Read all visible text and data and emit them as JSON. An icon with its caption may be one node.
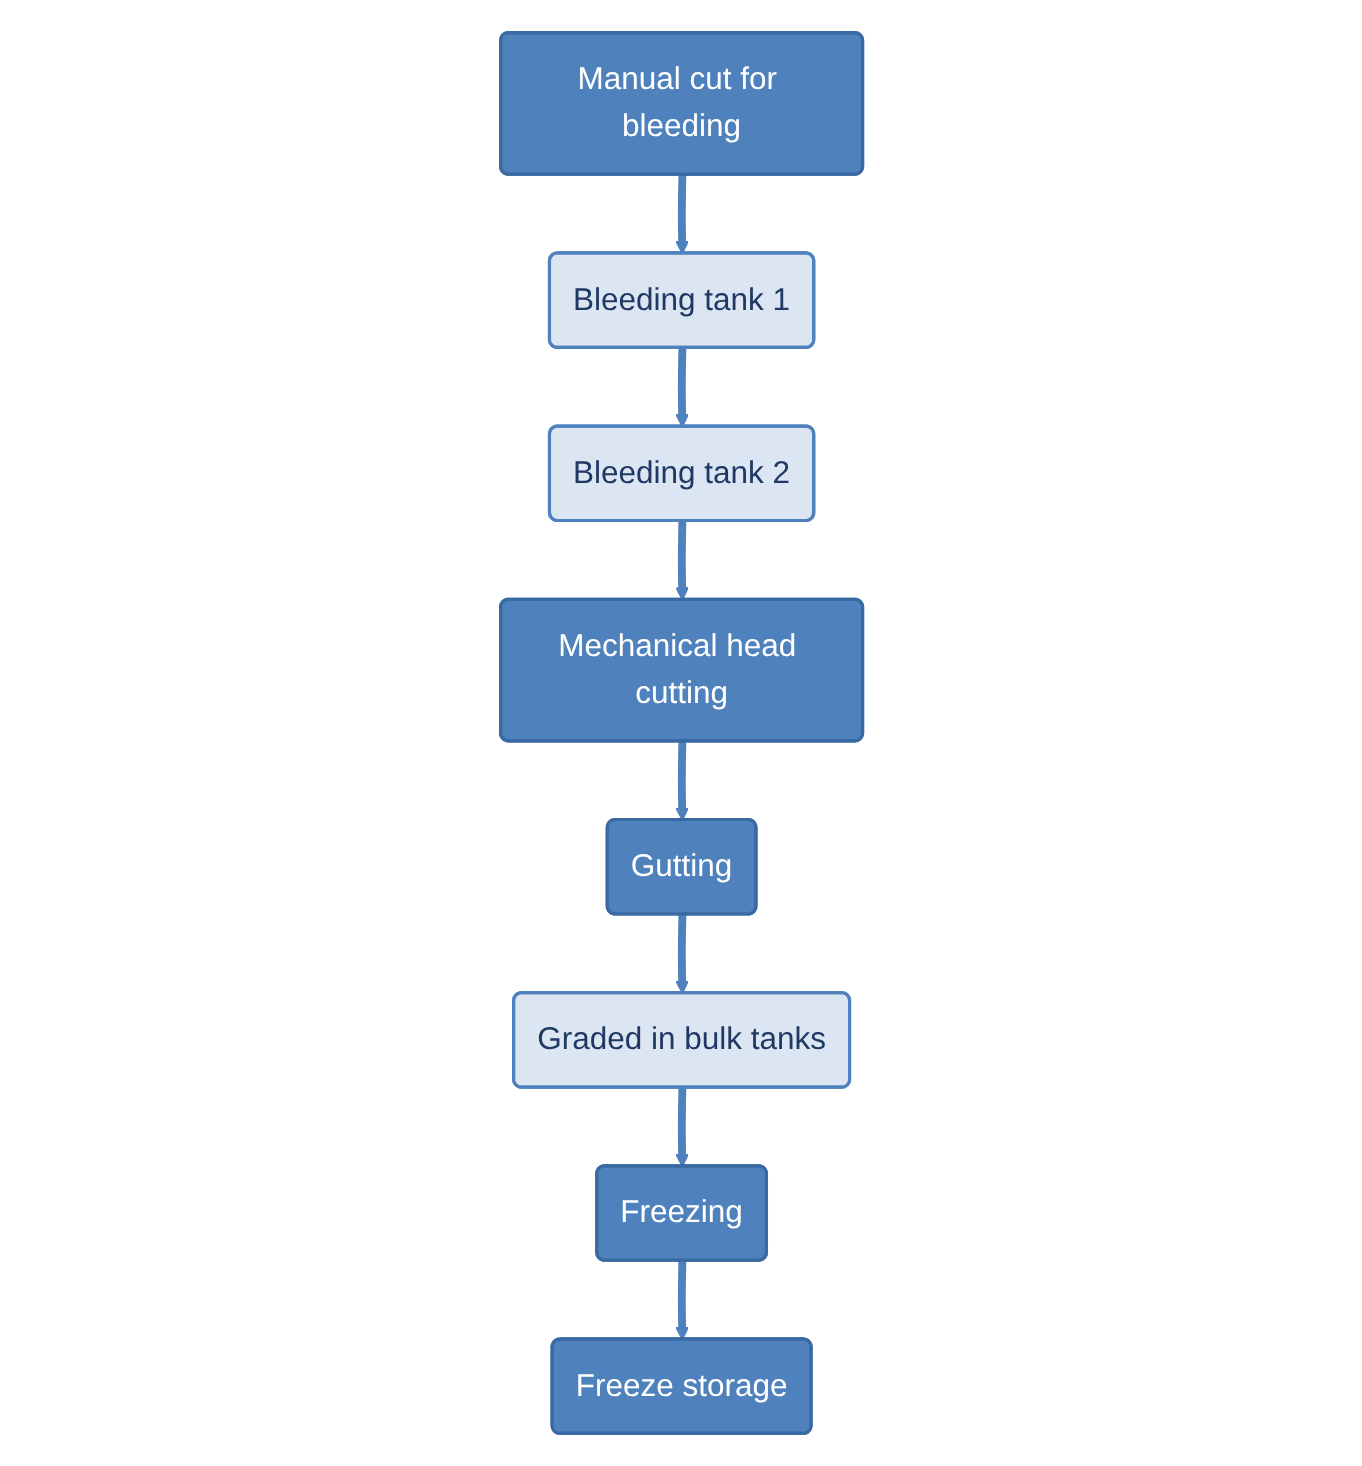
{
  "diagram": {
    "nodes": [
      {
        "text": [
          "Manual cut for bleeding"
        ]
      },
      {
        "text": [
          "Bleeding tank 1"
        ]
      },
      {
        "text": [
          "Bleeding tank 2"
        ]
      },
      {
        "text": [
          "Mechanical head cutting"
        ]
      },
      {
        "text": [
          "Gutting"
        ]
      },
      {
        "text": [
          "Graded in bulk tanks"
        ]
      },
      {
        "text": [
          "Freezing"
        ]
      },
      {
        "text": [
          "Freeze storage"
        ]
      }
    ],
    "edges": [
      {
        "from": 0,
        "to": 1,
        "arrow": "to"
      },
      {
        "from": 1,
        "to": 2,
        "arrow": "to"
      },
      {
        "from": 2,
        "to": 3,
        "arrow": "to"
      },
      {
        "from": 3,
        "to": 4,
        "arrow": "to"
      },
      {
        "from": 4,
        "to": 5,
        "arrow": "to"
      },
      {
        "from": 5,
        "to": 6,
        "arrow": "to"
      },
      {
        "from": 6,
        "to": 7,
        "arrow": "to"
      }
    ]
  }
}
